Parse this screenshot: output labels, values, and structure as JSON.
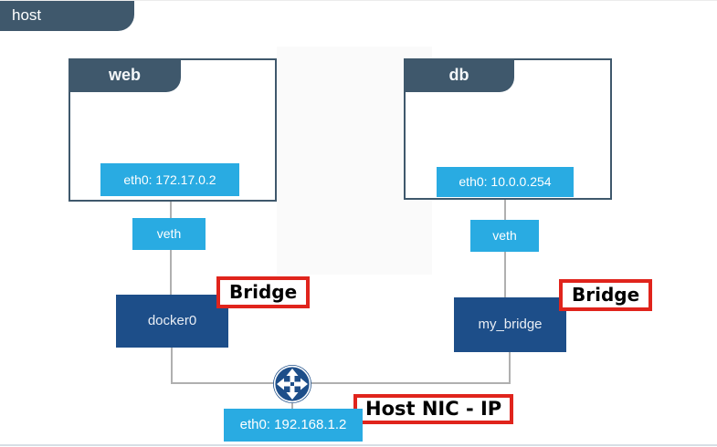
{
  "window": {
    "host_tab": "host"
  },
  "diagram": {
    "containers": [
      {
        "name": "web",
        "ip_label": "eth0: 172.17.0.2",
        "veth_label": "veth",
        "bridge_name": "docker0",
        "bridge_annotation": "Bridge"
      },
      {
        "name": "db",
        "ip_label": "eth0: 10.0.0.254",
        "veth_label": "veth",
        "bridge_name": "my_bridge",
        "bridge_annotation": "Bridge"
      }
    ],
    "host_nic": {
      "ip_label": "eth0: 192.168.1.2",
      "annotation": "Host NIC - IP"
    },
    "icons": {
      "router": "move-arrows-icon"
    }
  },
  "colors": {
    "slate": "#3f586c",
    "bright_blue": "#29abe2",
    "navy": "#1d4e89",
    "annotation_red": "#e0241c",
    "connector_gray": "#b0b0b0"
  }
}
